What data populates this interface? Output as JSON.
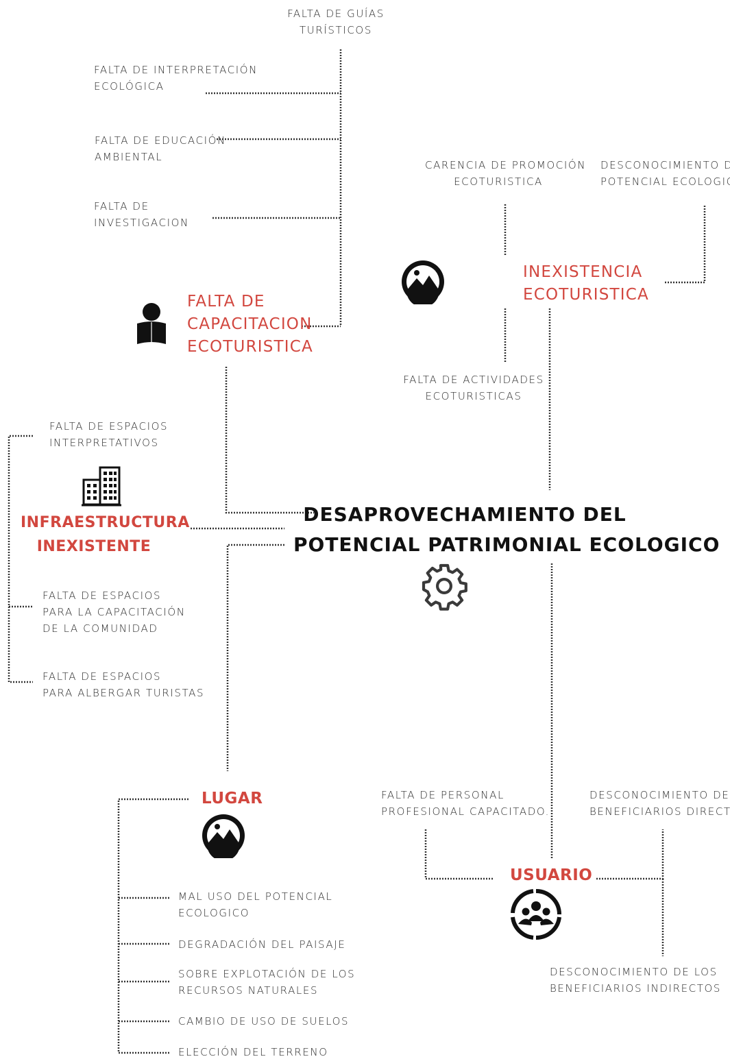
{
  "central": {
    "line1": "DESAPROVECHAMIENTO DEL",
    "line2": "POTENCIAL PATRIMONIAL ECOLOGICO",
    "icon": "gear-icon"
  },
  "capacitacion": {
    "title1": "FALTA DE",
    "title2": "CAPACITACION",
    "title3": "ECOTURISTICA",
    "icon": "reader-icon",
    "guias": [
      "FALTA DE GUÍAS",
      "TURÍSTICOS"
    ],
    "interpretacion": [
      "FALTA DE INTERPRETACIÓN",
      "ECOLÓGICA"
    ],
    "educacion": [
      "FALTA DE EDUCACIÓN",
      "AMBIENTAL"
    ],
    "investigacion": [
      "FALTA DE",
      "INVESTIGACION"
    ]
  },
  "inexistencia": {
    "title1": "INEXISTENCIA",
    "title2": "ECOTURISTICA",
    "icon": "landscape-icon",
    "promocion": [
      "CARENCIA DE PROMOCIÓN",
      "ECOTURISTICA"
    ],
    "desconocimiento": [
      "DESCONOCIMIENTO DEL",
      "POTENCIAL ECOLOGICO"
    ],
    "actividades": [
      "FALTA DE ACTIVIDADES",
      "ECOTURISTICAS"
    ]
  },
  "infraestructura": {
    "title1": "INFRAESTRUCTURA",
    "title2": "INEXISTENTE",
    "icon": "building-icon",
    "interpretativos": [
      "FALTA DE ESPACIOS",
      "INTERPRETATIVOS"
    ],
    "capacitacion": [
      "FALTA DE ESPACIOS",
      "PARA LA CAPACITACIÓN",
      "DE LA COMUNIDAD"
    ],
    "albergar": [
      "FALTA DE ESPACIOS",
      "PARA ALBERGAR TURISTAS"
    ]
  },
  "lugar": {
    "title": "LUGAR",
    "icon": "landscape-icon",
    "items": [
      [
        "MAL USO DEL POTENCIAL",
        "ECOLOGICO"
      ],
      [
        "DEGRADACIÓN DEL PAISAJE"
      ],
      [
        "SOBRE EXPLOTACIÓN DE LOS",
        "RECURSOS NATURALES"
      ],
      [
        "CAMBIO DE USO DE SUELOS"
      ],
      [
        "ELECCIÓN DEL TERRENO"
      ]
    ]
  },
  "usuario": {
    "title": "USUARIO",
    "icon": "group-icon",
    "personal": [
      "FALTA DE PERSONAL",
      "PROFESIONAL CAPACITADO."
    ],
    "directos": [
      "DESCONOCIMIENTO DE LOS",
      "BENEFICIARIOS DIRECTOS."
    ],
    "indirectos": [
      "DESCONOCIMIENTO DE LOS",
      "BENEFICIARIOS INDIRECTOS"
    ]
  },
  "colors": {
    "accent": "#d2473f",
    "text": "#2b2b2b",
    "line": "#333333"
  }
}
